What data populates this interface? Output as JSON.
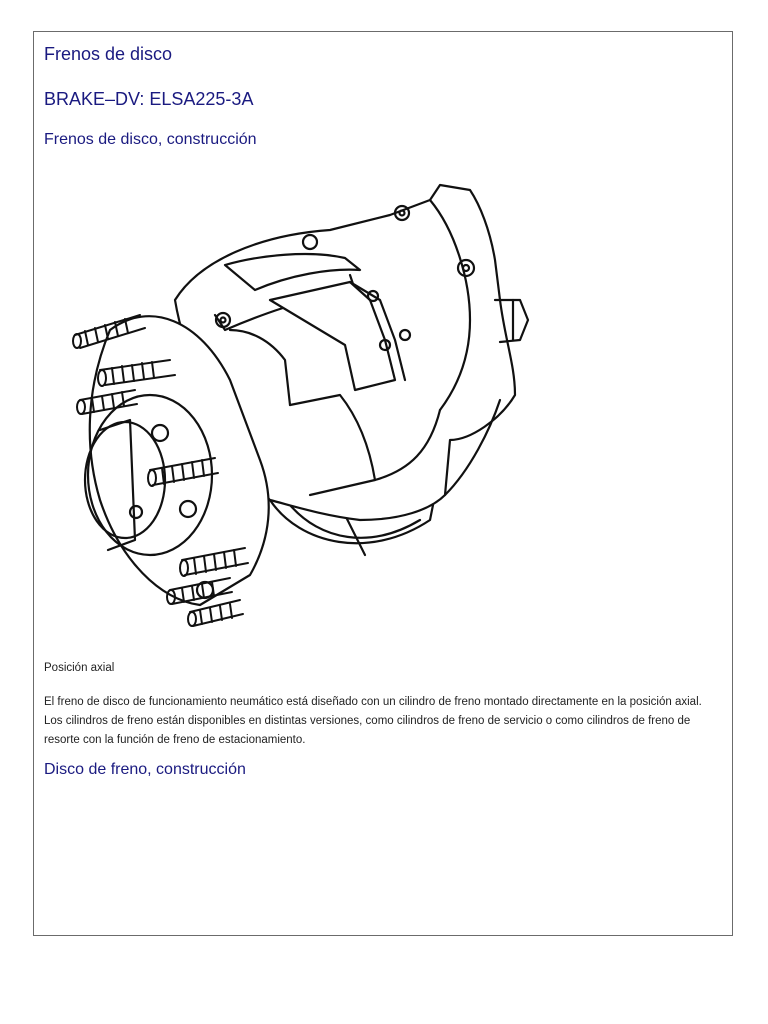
{
  "document": {
    "title": "Frenos de disco",
    "code_heading": "BRAKE–DV: ELSA225-3A",
    "section_heading": "Frenos de disco, construcción",
    "figure_caption": "Posición axial",
    "paragraph": "El freno de disco de funcionamiento neumático está diseñado con un cilindro de freno montado directamente en la posición axial. Los cilindros de freno están disponibles en distintas versiones, como cilindros de freno de servicio o como cilindros de freno de resorte con la función de freno de estacionamiento.",
    "next_section_heading": "Disco de freno, construcción"
  },
  "colors": {
    "heading": "#1a1a80",
    "text": "#222222",
    "border": "#6b6b6b"
  }
}
